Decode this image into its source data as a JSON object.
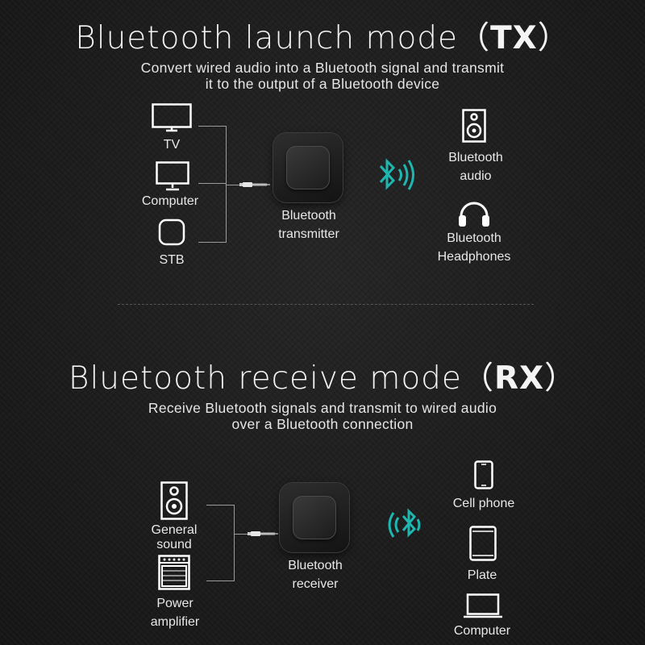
{
  "tx": {
    "title_main": "Bluetooth launch mode",
    "title_open": "（",
    "title_code": "TX",
    "title_close": "）",
    "subtitle_line1": "Convert wired audio into a Bluetooth signal and transmit",
    "subtitle_line2": "it to the output of a Bluetooth device",
    "inputs": [
      {
        "label": "TV",
        "icon": "tv-icon"
      },
      {
        "label": "Computer",
        "icon": "monitor-icon"
      },
      {
        "label": "STB",
        "icon": "stb-icon"
      }
    ],
    "device_line1": "Bluetooth",
    "device_line2": "transmitter",
    "outputs": [
      {
        "line1": "Bluetooth",
        "line2": "audio",
        "icon": "speaker-icon"
      },
      {
        "line1": "Bluetooth",
        "line2": "Headphones",
        "icon": "headphones-icon"
      }
    ]
  },
  "rx": {
    "title_main": "Bluetooth receive mode",
    "title_open": "（",
    "title_code": "RX",
    "title_close": "）",
    "subtitle_line1": "Receive Bluetooth signals and transmit to wired audio",
    "subtitle_line2": "over a Bluetooth connection",
    "outputs": [
      {
        "line1": "General",
        "line2": "sound",
        "icon": "speaker-icon"
      },
      {
        "line1": "Power",
        "line2": "amplifier",
        "icon": "amplifier-icon"
      }
    ],
    "device_line1": "Bluetooth",
    "device_line2": "receiver",
    "sources": [
      {
        "label": "Cell phone",
        "icon": "cell-phone-icon"
      },
      {
        "label": "Plate",
        "icon": "tablet-icon"
      },
      {
        "label": "Computer",
        "icon": "laptop-icon"
      }
    ]
  },
  "colors": {
    "background": "#1e1e1e",
    "text": "#ffffff",
    "bluetooth_accent": "#1fb6b0"
  }
}
